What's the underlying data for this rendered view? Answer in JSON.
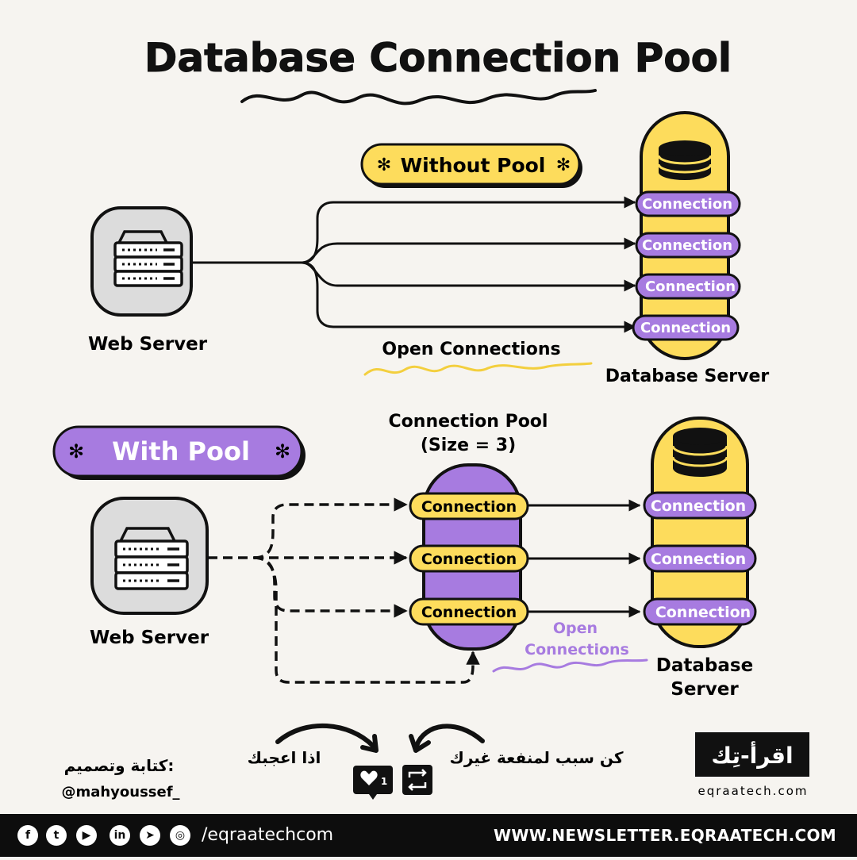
{
  "title": "Database Connection Pool",
  "colors": {
    "yellow": "#fddc5c",
    "purple": "#a77be0",
    "ink": "#111111",
    "server_gray": "#dcdcdc",
    "background": "#f6f4f0"
  },
  "without_pool": {
    "badge": "Without Pool",
    "web_server_label": "Web Server",
    "db_label": "Database Server",
    "connections": [
      "Connection",
      "Connection",
      "Connection",
      "Connection"
    ],
    "annotation": "Open Connections"
  },
  "with_pool": {
    "badge": "With Pool",
    "web_server_label": "Web Server",
    "pool_label": [
      "Connection Pool",
      "(Size = 3)"
    ],
    "pool_connections": [
      "Connection",
      "Connection",
      "Connection"
    ],
    "db_connections": [
      "Connection",
      "Connection",
      "Connection"
    ],
    "db_label": [
      "Database",
      "Server"
    ],
    "annotation": [
      "Open",
      "Connections"
    ]
  },
  "credits": {
    "line1": "كتابة وتصميم:",
    "line2": "@mahyoussef_"
  },
  "cta": {
    "like": "اذا اعجبك",
    "share": "كن سبب لمنفعة غيرك",
    "like_count": "1"
  },
  "brand": {
    "logo": "اقرأ-تِك",
    "site": "eqraatech.com"
  },
  "footer": {
    "social_icons": [
      "facebook-icon",
      "twitter-icon",
      "youtube-icon",
      "linkedin-icon",
      "telegram-icon",
      "github-icon"
    ],
    "handle": "/eqraatechcom",
    "newsletter": "WWW.NEWSLETTER.EQRAATECH.COM"
  }
}
